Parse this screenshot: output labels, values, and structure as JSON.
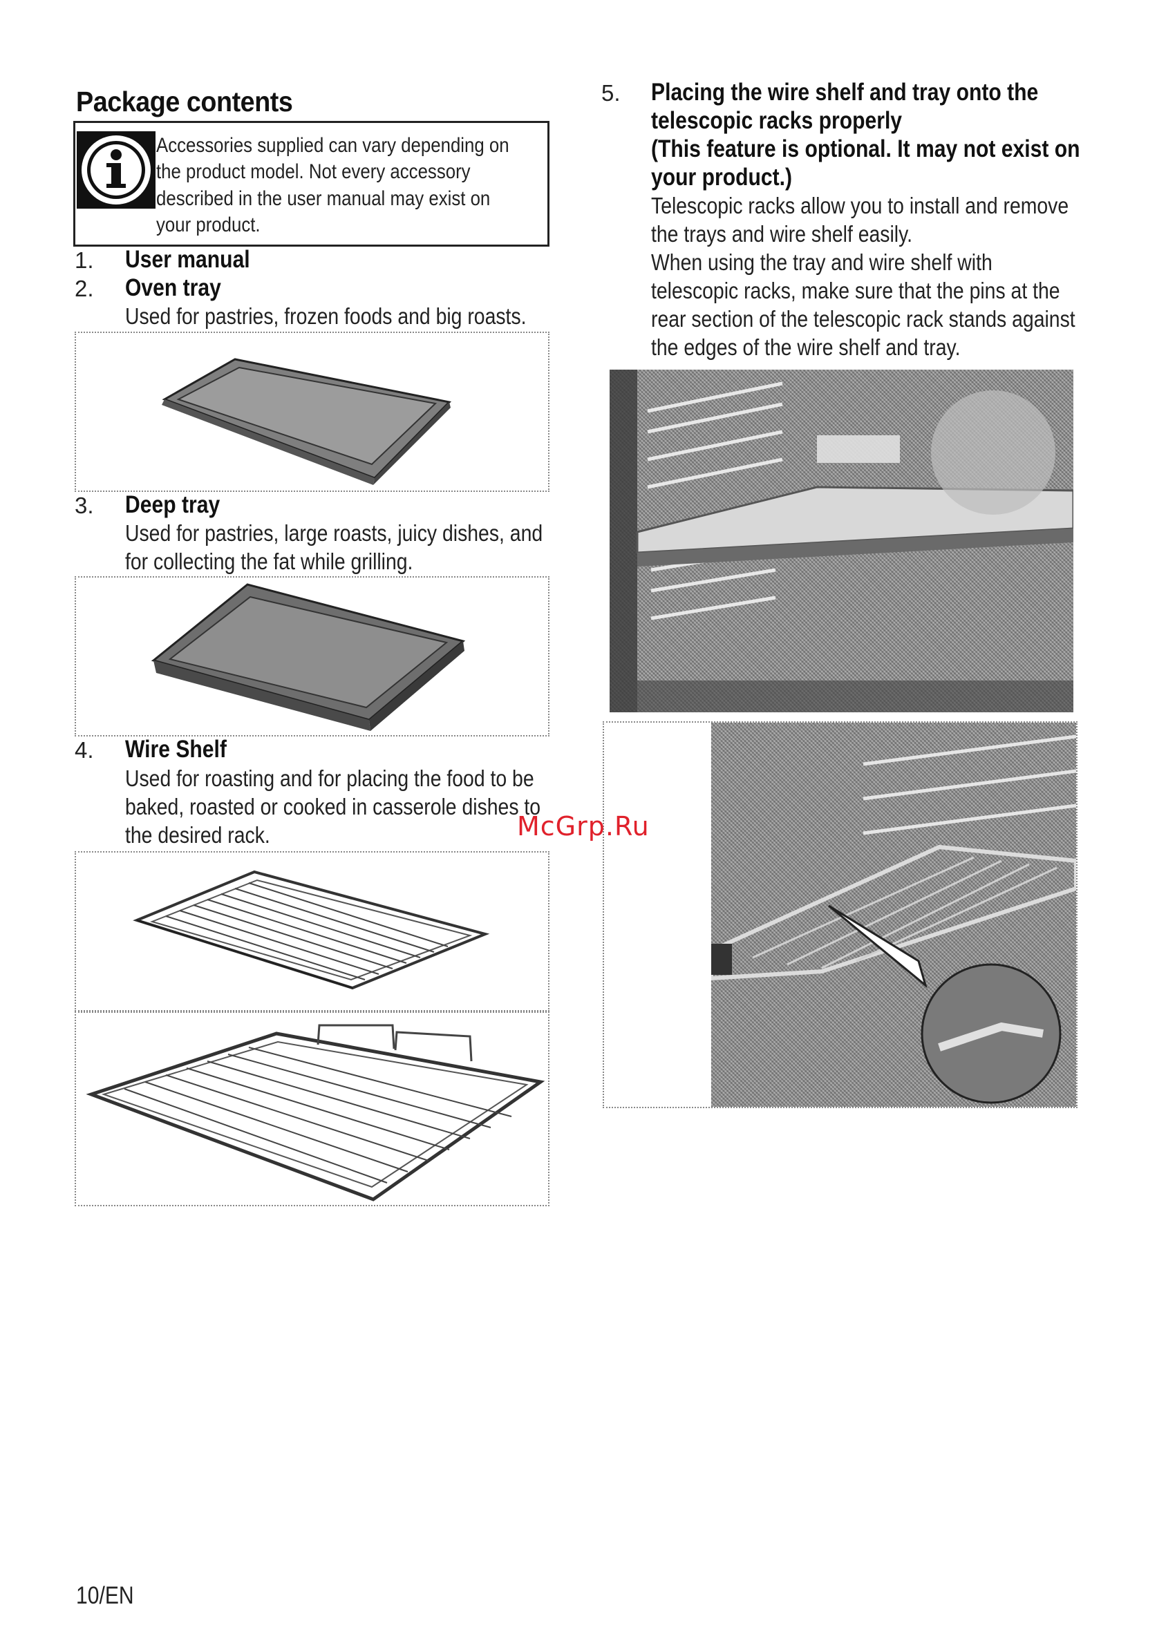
{
  "section_title": "Package contents",
  "info_note": {
    "icon": "info-icon",
    "lines": [
      "Accessories supplied can vary depending on",
      "the product model. Not every accessory",
      "described in the user manual may exist on",
      "your product."
    ]
  },
  "items": [
    {
      "number": "1.",
      "title": "User manual",
      "lines": []
    },
    {
      "number": "2.",
      "title": "Oven tray",
      "lines": [
        "Used for pastries, frozen foods and big roasts."
      ]
    },
    {
      "number": "3.",
      "title": "Deep tray",
      "lines": [
        "Used for pastries, large roasts, juicy dishes, and",
        "for collecting the fat while grilling."
      ]
    },
    {
      "number": "4.",
      "title": "Wire Shelf",
      "lines": [
        "Used for roasting and for placing the food to be",
        "baked, roasted or cooked in casserole dishes to",
        "the desired rack."
      ]
    }
  ],
  "item5": {
    "number": "5.",
    "title_lines": [
      "Placing the wire shelf and tray onto the",
      "telescopic racks properly",
      "(This feature is optional. It may not exist on",
      "your product.)"
    ],
    "lines": [
      "Telescopic racks allow you to install and remove",
      "the trays and wire shelf easily.",
      "When using the tray and wire shelf with",
      "telescopic racks, make sure that the pins at the",
      "rear section of the telescopic rack stands against",
      "the edges of the wire shelf and tray."
    ]
  },
  "watermark": "McGrp.Ru",
  "footer": "10/EN",
  "colors": {
    "watermark": "#e0212b",
    "text": "#222222"
  }
}
